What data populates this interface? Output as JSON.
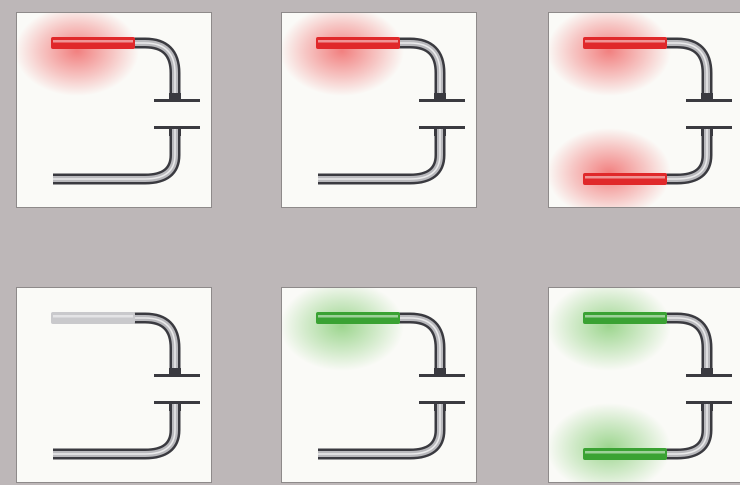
{
  "scene": "door-handle-status-indicators",
  "colors": {
    "background": "#bdb7b8",
    "panel": "#fafaf7",
    "panel_border": "#8e8a8a",
    "chrome": "#b9b9bd",
    "chrome_dark": "#3a3a40",
    "red": "#e0282a",
    "red_glow": "#f06a6a",
    "green": "#3aa233",
    "green_glow": "#8ccf7c",
    "neutral": "#c9c9cc"
  },
  "panels": [
    {
      "top_grip": "red",
      "bottom_grip": "none",
      "glow_top": true,
      "glow_bottom": false
    },
    {
      "top_grip": "red",
      "bottom_grip": "none",
      "glow_top": true,
      "glow_bottom": false
    },
    {
      "top_grip": "red",
      "bottom_grip": "red",
      "glow_top": true,
      "glow_bottom": true
    },
    {
      "top_grip": "neutral",
      "bottom_grip": "none",
      "glow_top": false,
      "glow_bottom": false
    },
    {
      "top_grip": "green",
      "bottom_grip": "none",
      "glow_top": true,
      "glow_bottom": false
    },
    {
      "top_grip": "green",
      "bottom_grip": "green",
      "glow_top": true,
      "glow_bottom": true
    }
  ]
}
